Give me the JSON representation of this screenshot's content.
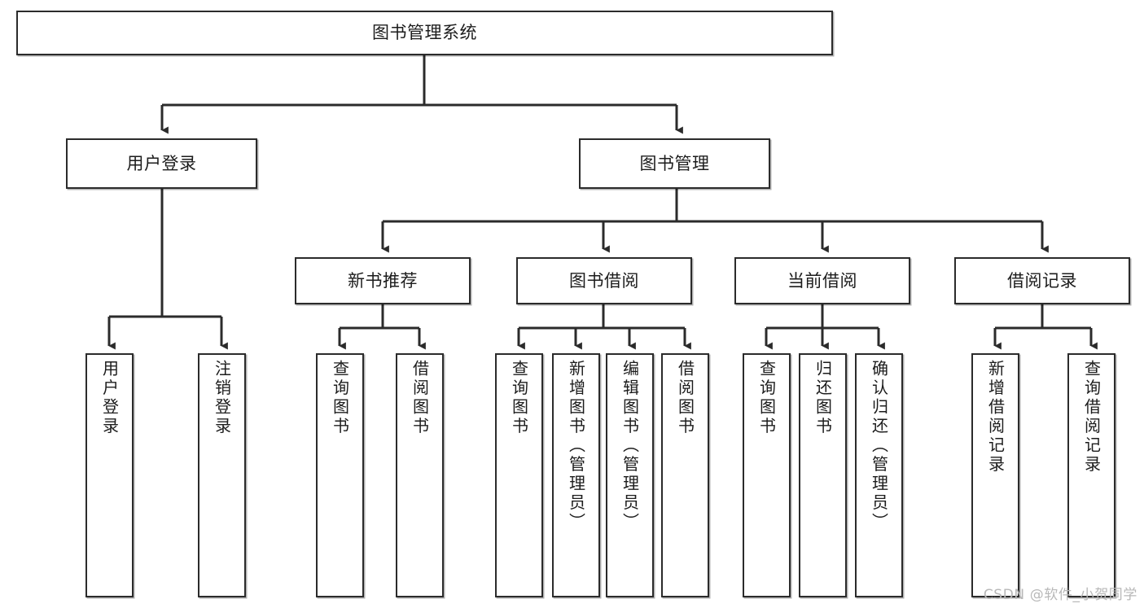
{
  "diagram": {
    "title": "图书管理系统",
    "type": "hierarchy-tree",
    "watermark": "CSDN @软件_小贺同学",
    "colors": {
      "box_border": "#2b2b2b",
      "box_fill": "#ffffff",
      "connector": "#2b2b2b",
      "text": "#1c1c1c",
      "watermark": "#b8b8b8"
    },
    "root": {
      "label": "图书管理系统"
    },
    "level2": [
      {
        "label": "用户登录"
      },
      {
        "label": "图书管理"
      }
    ],
    "level3": [
      {
        "label": "新书推荐"
      },
      {
        "label": "图书借阅"
      },
      {
        "label": "当前借阅"
      },
      {
        "label": "借阅记录"
      }
    ],
    "leaves": {
      "user_login": [
        {
          "label": "用户登录"
        },
        {
          "label": "注销登录"
        }
      ],
      "new_book_recommend": [
        {
          "label": "查询图书"
        },
        {
          "label": "借阅图书"
        }
      ],
      "book_borrow": [
        {
          "label": "查询图书"
        },
        {
          "label": "新增图书（管理员）"
        },
        {
          "label": "编辑图书（管理员）"
        },
        {
          "label": "借阅图书"
        }
      ],
      "current_borrow": [
        {
          "label": "查询图书"
        },
        {
          "label": "归还图书"
        },
        {
          "label": "确认归还（管理员）"
        }
      ],
      "borrow_record": [
        {
          "label": "新增借阅记录"
        },
        {
          "label": "查询借阅记录"
        }
      ]
    }
  }
}
